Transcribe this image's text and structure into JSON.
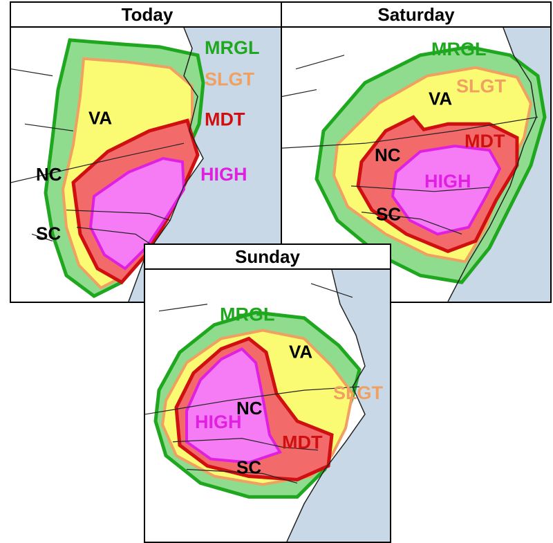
{
  "panels": {
    "today": {
      "title": "Today",
      "states": [
        "VA",
        "NC",
        "SC"
      ],
      "risk_labels": [
        "MRGL",
        "SLGT",
        "MDT",
        "HIGH"
      ]
    },
    "saturday": {
      "title": "Saturday",
      "states": [
        "VA",
        "NC",
        "SC"
      ],
      "risk_labels": [
        "MRGL",
        "SLGT",
        "MDT",
        "HIGH"
      ]
    },
    "sunday": {
      "title": "Sunday",
      "states": [
        "VA",
        "NC",
        "SC"
      ],
      "risk_labels": [
        "MRGL",
        "SLGT",
        "MDT",
        "HIGH"
      ]
    }
  },
  "colors": {
    "ocean": "#c9d8e6",
    "land": "#ffffff",
    "mrgl_fill": "#8fdc8f",
    "mrgl_line": "#1fa81f",
    "slgt_fill": "#fbfb73",
    "slgt_line": "#f0a060",
    "mdt_fill": "#f26a6a",
    "mdt_line": "#d01010",
    "high_fill": "#f57cf5",
    "high_line": "#e020e0"
  }
}
